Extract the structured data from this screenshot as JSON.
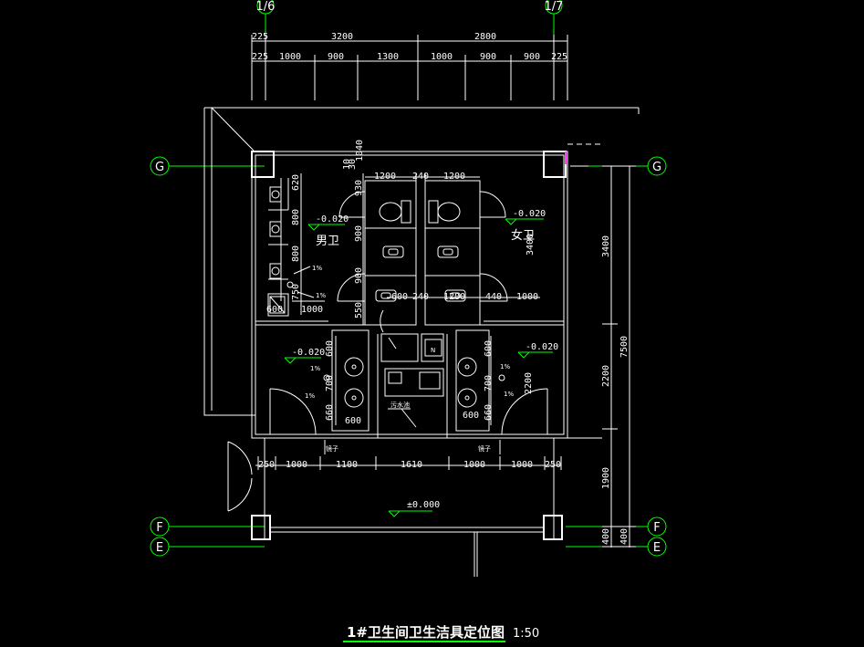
{
  "axes": {
    "top_left": "1/6",
    "top_right": "1/7",
    "g_left": "G",
    "g_right": "G",
    "f_left": "F",
    "f_right": "F",
    "e_left": "E",
    "e_right": "E"
  },
  "top_dims_row1": [
    "225",
    "3200",
    "2800"
  ],
  "top_dims_row2": [
    "225",
    "1000",
    "900",
    "1300",
    "1000",
    "900",
    "900",
    "225"
  ],
  "bottom_dims": [
    "250",
    "1000",
    "1100",
    "1610",
    "1000",
    "1000",
    "250"
  ],
  "right_dims": [
    "3400",
    "2200",
    "1900",
    "400"
  ],
  "right_total": "7500",
  "right_inner_dims": [
    "400"
  ],
  "men_dims": {
    "left_v": [
      "620",
      "800",
      "800",
      "750"
    ],
    "bottom": [
      "600",
      "1000"
    ],
    "stall_v": [
      "930",
      "900",
      "900",
      "550"
    ],
    "top_small": [
      "1040",
      "30",
      "10"
    ],
    "top_h": [
      "1200",
      "240",
      "1200"
    ],
    "mid_h": [
      "600",
      "240",
      "1200",
      "440",
      "1000"
    ],
    "women_v": "3400"
  },
  "sink_dims": {
    "left_v": [
      "600",
      "700",
      "660"
    ],
    "left_h": "600",
    "right_v": [
      "600",
      "700",
      "660"
    ],
    "right_h": "600",
    "right_v2": "2200"
  },
  "labels": {
    "men": "男卫",
    "women": "女卫",
    "mirror_left": "镜子",
    "mirror_right": "镜子",
    "mop_sink": "污水池",
    "n_mark": "N"
  },
  "levels": {
    "men": "-0.020",
    "women": "-0.020",
    "sink_left": "-0.020",
    "sink_right": "-0.020",
    "corridor": "±0.000"
  },
  "slopes": [
    "1%",
    "1%",
    "1%",
    "1%",
    "1%",
    "1%"
  ],
  "title": "1#卫生间卫生洁具定位图",
  "scale": "1:50",
  "colors": {
    "background": "#000000",
    "lines": "#ffffff",
    "axis_bubbles": "#00ff00",
    "accent": "#ff00ff"
  }
}
